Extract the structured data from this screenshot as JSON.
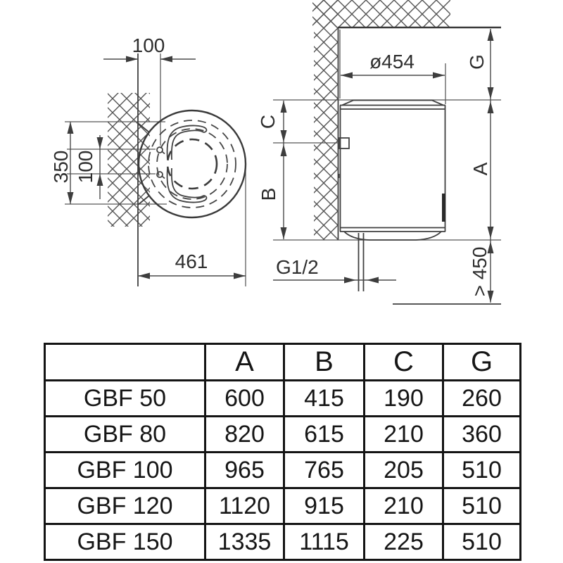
{
  "figure": {
    "top_view": {
      "dim_wall_offset": "100",
      "dim_bracket_height": "350",
      "dim_hole_spacing": "100",
      "dim_depth": "461"
    },
    "side_view": {
      "dim_diameter": "ø454",
      "label_g": "G",
      "label_c": "C",
      "label_b": "B",
      "label_a": "A",
      "label_pipe_thread": "G1/2",
      "dim_floor_clearance": "> 450"
    }
  },
  "table": {
    "headers": [
      "",
      "A",
      "B",
      "C",
      "G"
    ],
    "rows": [
      {
        "model": "GBF 50",
        "a": "600",
        "b": "415",
        "c": "190",
        "g": "260"
      },
      {
        "model": "GBF 80",
        "a": "820",
        "b": "615",
        "c": "210",
        "g": "360"
      },
      {
        "model": "GBF 100",
        "a": "965",
        "b": "765",
        "c": "205",
        "g": "510"
      },
      {
        "model": "GBF 120",
        "a": "1120",
        "b": "915",
        "c": "210",
        "g": "510"
      },
      {
        "model": "GBF 150",
        "a": "1335",
        "b": "1115",
        "c": "225",
        "g": "510"
      }
    ]
  },
  "colors": {
    "line": "#3a3a3a",
    "table_border": "#141414",
    "background": "#ffffff"
  }
}
